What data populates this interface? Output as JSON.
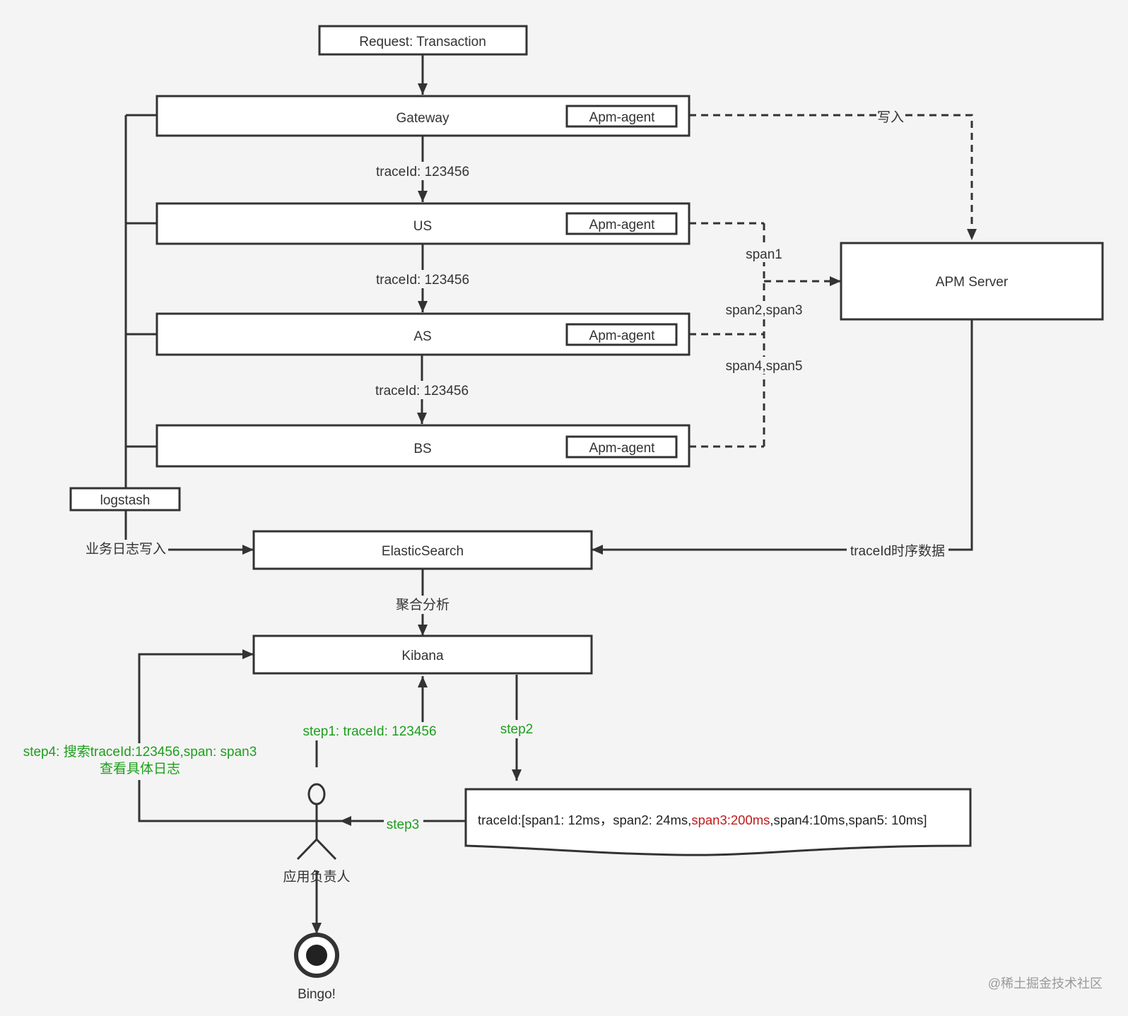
{
  "nodes": {
    "request": "Request: Transaction",
    "gateway": "Gateway",
    "us": "US",
    "as": "AS",
    "bs": "BS",
    "agent": "Apm-agent",
    "apm_server": "APM Server",
    "logstash": "logstash",
    "elasticsearch": "ElasticSearch",
    "kibana": "Kibana",
    "actor": "应用负责人",
    "end": "Bingo!"
  },
  "edges": {
    "trace_id_1": "traceId: 123456",
    "trace_id_2": "traceId: 123456",
    "trace_id_3": "traceId: 123456",
    "write": "写入",
    "span1": "span1",
    "span23": "span2,span3",
    "span45": "span4,span5",
    "biz_log": "业务日志写入",
    "timeseries": "traceId时序数据",
    "aggregate": "聚合分析",
    "step1": "step1: traceId: 123456",
    "step2": "step2",
    "step3": "step3",
    "step4_line1": "step4: 搜索traceId:123456,span: span3",
    "step4_line2": "查看具体日志"
  },
  "document": {
    "part1": "traceId:[span1: 12ms，span2: 24ms,",
    "part2": "span3:200ms",
    "part3": ",span4:10ms,span5: 10ms]"
  },
  "watermark": "@稀土掘金技术社区",
  "colors": {
    "step": "#1e9e1e",
    "highlight": "#c0191b",
    "line": "#333333"
  }
}
